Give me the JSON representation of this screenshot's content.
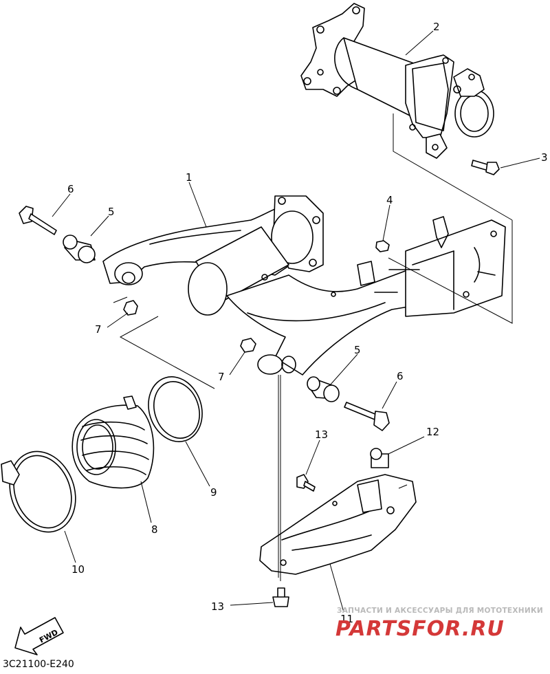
{
  "diagram": {
    "code": "3C21100-E240",
    "fwd_label": "FWD",
    "callouts": [
      "1",
      "2",
      "3",
      "4",
      "5",
      "5",
      "6",
      "6",
      "7",
      "7",
      "8",
      "9",
      "10",
      "11",
      "12",
      "13",
      "13"
    ]
  },
  "watermark": {
    "caption": "ЗАПЧАСТИ И АКСЕССУАРЫ ДЛЯ МОТОТЕХНИКИ",
    "logo": "PARTSFOR.RU"
  }
}
